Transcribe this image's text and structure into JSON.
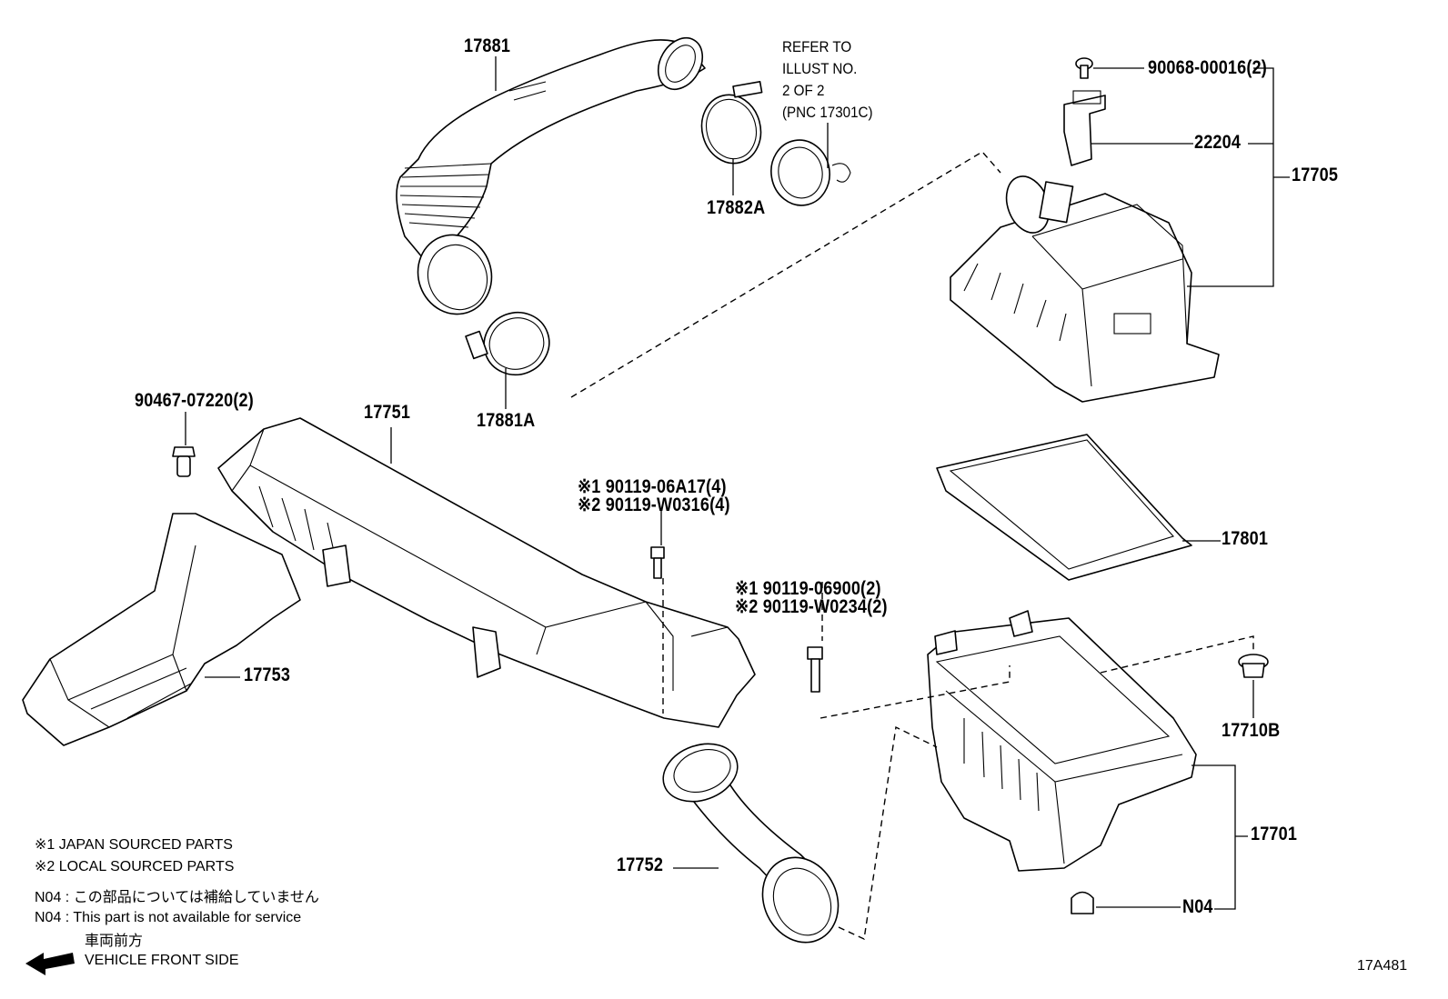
{
  "diagram_id": "17A481",
  "parts": {
    "p17881": "17881",
    "p17882a": "17882A",
    "p17881a": "17881A",
    "p90068": "90068-00016(2)",
    "p22204": "22204",
    "p17705": "17705",
    "p90467": "90467-07220(2)",
    "p17751": "17751",
    "p17801": "17801",
    "p17753": "17753",
    "p17710b": "17710B",
    "p17701": "17701",
    "p17752": "17752",
    "pN04": "N04"
  },
  "refer": {
    "line1": "REFER TO",
    "line2": "ILLUST NO.",
    "line3": "2 OF 2",
    "line4": "(PNC 17301C)"
  },
  "bolts_a": {
    "line1": "※1 90119-06A17(4)",
    "line2": "※2 90119-W0316(4)"
  },
  "bolts_b": {
    "line1": "※1 90119-06900(2)",
    "line2": "※2 90119-W0234(2)"
  },
  "notes": {
    "japan": "※1 JAPAN SOURCED PARTS",
    "local": "※2 LOCAL SOURCED PARTS",
    "n04_jp": "N04 : この部品については補給していません",
    "n04_en": "N04 : This part is not available for service",
    "front_jp": "車両前方",
    "front_en": "VEHICLE FRONT SIDE"
  }
}
